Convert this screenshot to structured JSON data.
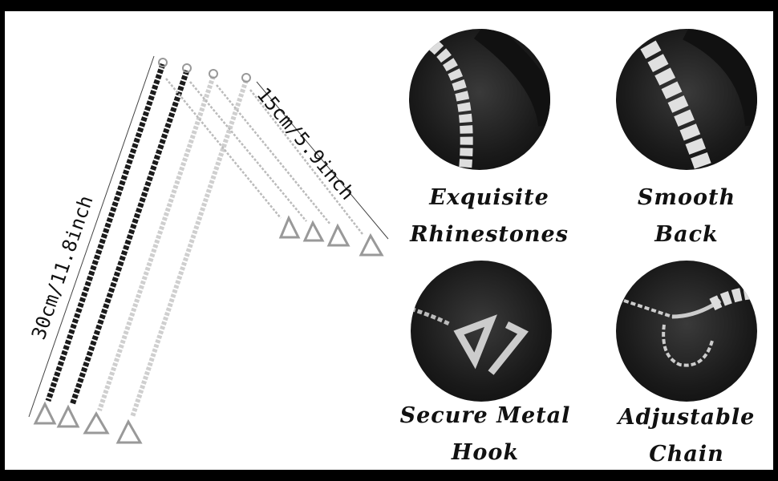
{
  "dimensions": {
    "long": "30cm/11.8inch",
    "short": "15cm/5.9inch"
  },
  "features": [
    {
      "line1": "Exquisite",
      "line2": "Rhinestones",
      "icon": "rhinestone-closeup-icon"
    },
    {
      "line1": "Smooth",
      "line2": "Back",
      "icon": "smooth-back-closeup-icon"
    },
    {
      "line1": "Secure Metal",
      "line2": "Hook",
      "icon": "metal-hook-closeup-icon"
    },
    {
      "line1": "Adjustable",
      "line2": "Chain",
      "icon": "adjustable-chain-closeup-icon"
    }
  ],
  "colors": {
    "black_strap": "#1c1c1c",
    "silver_strap": "#c8c8c8",
    "background": "#ffffff"
  }
}
